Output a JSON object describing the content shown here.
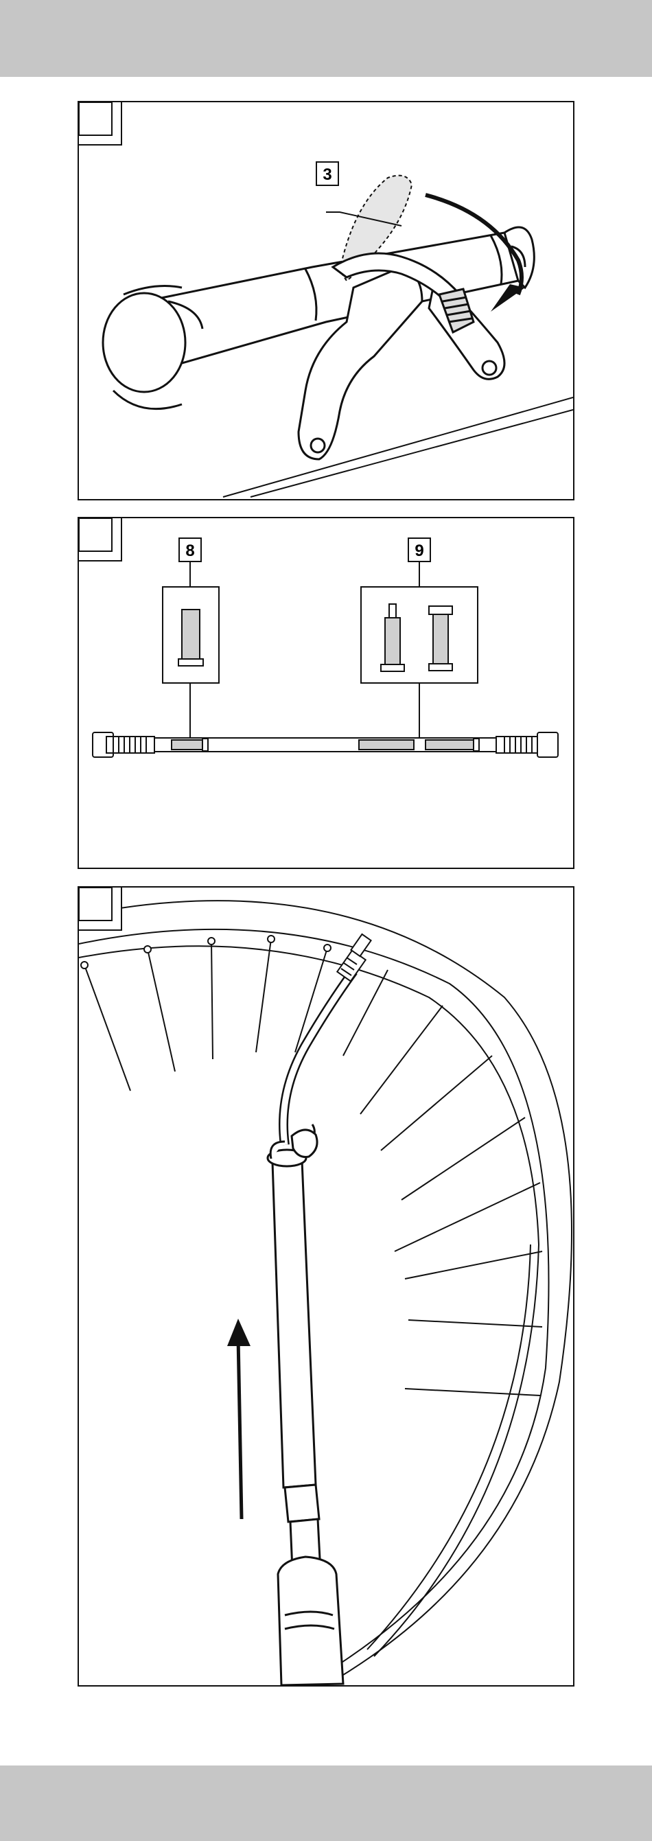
{
  "page": {
    "colors": {
      "band": "#c6c6c6",
      "line": "#111111"
    }
  },
  "figures": [
    {
      "id": "fig-1",
      "callouts": [
        {
          "label": "3"
        }
      ]
    },
    {
      "id": "fig-2",
      "callouts": [
        {
          "label": "8"
        },
        {
          "label": "9"
        }
      ]
    },
    {
      "id": "fig-3",
      "callouts": []
    }
  ]
}
